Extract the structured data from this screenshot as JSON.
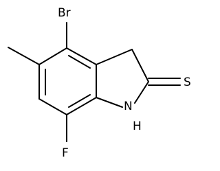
{
  "molecule": {
    "labels": {
      "bromine": "Br",
      "sulfur": "S",
      "fluorine": "F",
      "nitrogen": "N",
      "hydrogen": "H"
    },
    "colors": {
      "bond": "#000000",
      "label": "#000000",
      "background": "#ffffff"
    }
  }
}
